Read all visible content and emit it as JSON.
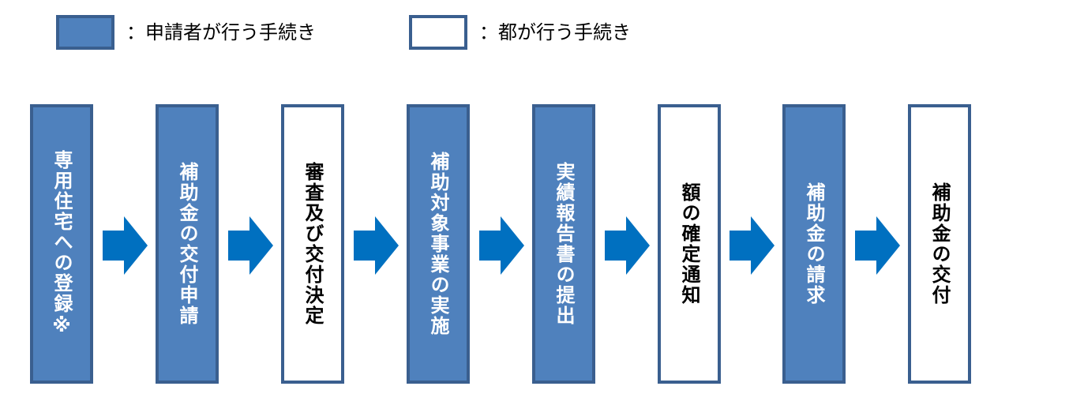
{
  "legend": {
    "applicant_label": "：申請者が行う手続き",
    "metro_label": "：都が行う手続き"
  },
  "steps": [
    {
      "label": "専用住宅への登録※",
      "actor": "applicant"
    },
    {
      "label": "補助金の交付申請",
      "actor": "applicant"
    },
    {
      "label": "審査及び交付決定",
      "actor": "metro"
    },
    {
      "label": "補助対象事業の実施",
      "actor": "applicant"
    },
    {
      "label": "実績報告書の提出",
      "actor": "applicant"
    },
    {
      "label": "額の確定通知",
      "actor": "metro"
    },
    {
      "label": "補助金の請求",
      "actor": "applicant"
    },
    {
      "label": "補助金の交付",
      "actor": "metro"
    }
  ],
  "colors": {
    "applicant_fill": "#4F81BD",
    "border": "#3A5F8F",
    "arrow": "#0070C0"
  },
  "icons": {
    "arrow": "arrow-right-icon"
  }
}
